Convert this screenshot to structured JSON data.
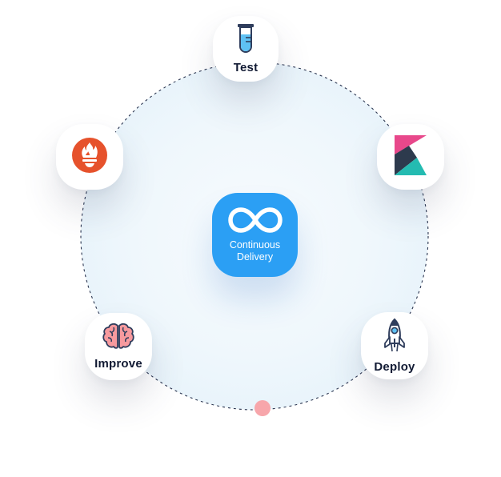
{
  "center": {
    "title": "Continuous Delivery",
    "icon": "infinity-icon",
    "color": "#2b9ff4"
  },
  "nodes": [
    {
      "id": "test",
      "label": "Test",
      "icon": "test-tube-icon"
    },
    {
      "id": "kibana",
      "label": "",
      "icon": "kibana-logo-icon"
    },
    {
      "id": "deploy",
      "label": "Deploy",
      "icon": "rocket-icon"
    },
    {
      "id": "improve",
      "label": "Improve",
      "icon": "brain-icon"
    },
    {
      "id": "prometheus",
      "label": "",
      "icon": "prometheus-logo-icon"
    }
  ],
  "ring": {
    "fill": "#eef6fc",
    "stroke": "#2b3550",
    "marker_color": "#f7a6ab"
  }
}
